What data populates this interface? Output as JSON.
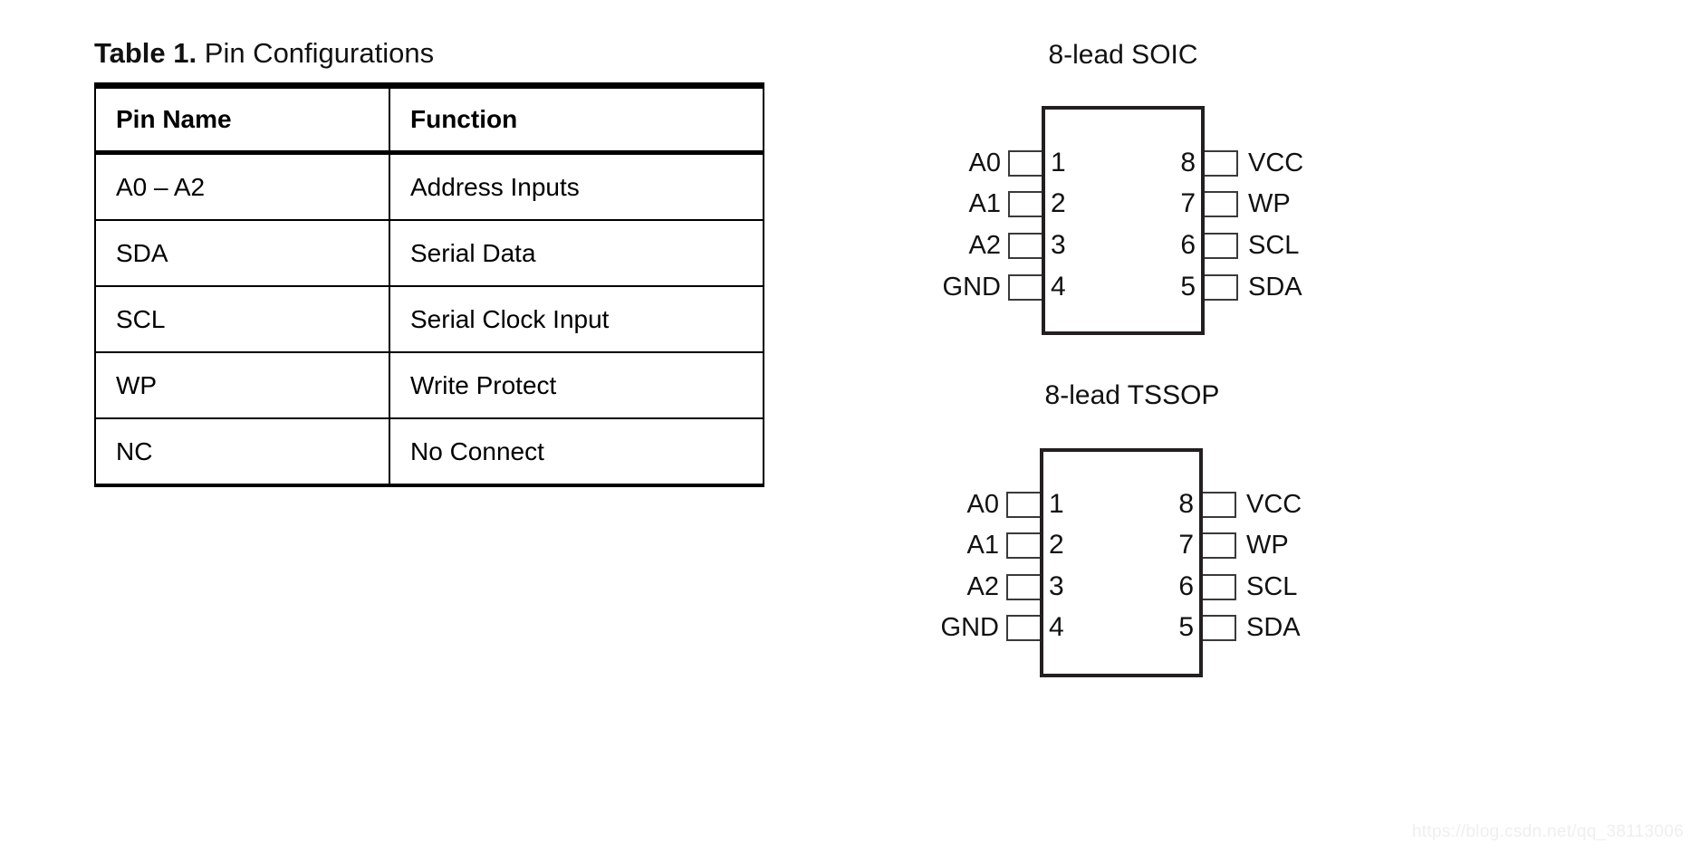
{
  "table": {
    "caption_label": "Table 1.",
    "caption_title": "Pin Configurations",
    "columns": [
      "Pin Name",
      "Function"
    ],
    "rows": [
      {
        "pin_name": "A0 – A2",
        "function": "Address Inputs"
      },
      {
        "pin_name": "SDA",
        "function": "Serial Data"
      },
      {
        "pin_name": "SCL",
        "function": "Serial Clock Input"
      },
      {
        "pin_name": "WP",
        "function": "Write Protect"
      },
      {
        "pin_name": "NC",
        "function": "No Connect"
      }
    ]
  },
  "packages": [
    {
      "title": "8-lead SOIC",
      "left_pins": [
        {
          "number": "1",
          "label": "A0"
        },
        {
          "number": "2",
          "label": "A1"
        },
        {
          "number": "3",
          "label": "A2"
        },
        {
          "number": "4",
          "label": "GND"
        }
      ],
      "right_pins": [
        {
          "number": "8",
          "label": "VCC"
        },
        {
          "number": "7",
          "label": "WP"
        },
        {
          "number": "6",
          "label": "SCL"
        },
        {
          "number": "5",
          "label": "SDA"
        }
      ]
    },
    {
      "title": "8-lead TSSOP",
      "left_pins": [
        {
          "number": "1",
          "label": "A0"
        },
        {
          "number": "2",
          "label": "A1"
        },
        {
          "number": "3",
          "label": "A2"
        },
        {
          "number": "4",
          "label": "GND"
        }
      ],
      "right_pins": [
        {
          "number": "8",
          "label": "VCC"
        },
        {
          "number": "7",
          "label": "WP"
        },
        {
          "number": "6",
          "label": "SCL"
        },
        {
          "number": "5",
          "label": "SDA"
        }
      ]
    }
  ],
  "watermark": "https://blog.csdn.net/qq_38113006",
  "colors": {
    "text": "#111111",
    "rule": "#000000",
    "package_outline": "#231f20",
    "pin_outline": "#3a3a3a",
    "watermark": "#efefef",
    "background": "#ffffff"
  }
}
